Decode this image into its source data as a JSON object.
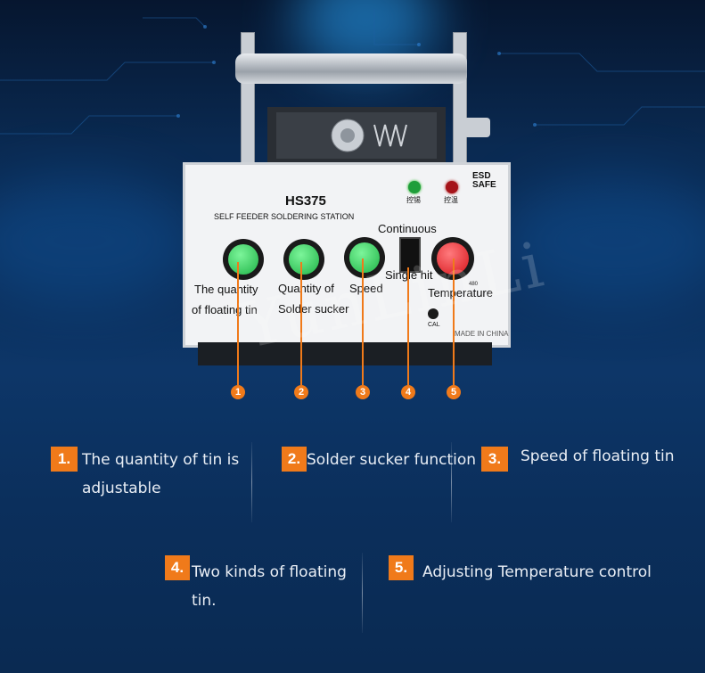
{
  "device": {
    "model": "HS375",
    "subtitle": "SELF FEEDER SOLDERING STATION",
    "esd_line1": "ESD",
    "esd_line2": "SAFE",
    "led_left_label": "控锡",
    "led_right_label": "控温",
    "cal_label": "CAL",
    "made_in": "MADE IN CHINA",
    "temp_scale_max": "480",
    "panel_labels": {
      "continuous": "Continuous",
      "single_hit": "Single hit",
      "quantity_line1": "The quantity",
      "quantity_line2": "of floating tin",
      "sucker_line1": "Quantity of",
      "sucker_line2": "Solder sucker",
      "speed": "Speed",
      "temperature": "Temperature"
    }
  },
  "callouts": [
    "1",
    "2",
    "3",
    "4",
    "5"
  ],
  "features": [
    {
      "num": "1.",
      "line1": "The quantity of tin is",
      "line2": "adjustable"
    },
    {
      "num": "2.",
      "line1": "Solder sucker function",
      "line2": ""
    },
    {
      "num": "3.",
      "line1": "Speed of floating tin",
      "line2": ""
    },
    {
      "num": "4.",
      "line1": "Two kinds of floating",
      "line2": "tin."
    },
    {
      "num": "5.",
      "line1": "Adjusting Temperature control",
      "line2": ""
    }
  ],
  "watermark": "YunLinLi",
  "colors": {
    "accent": "#f07a1a",
    "knob_green": "#2fd35a",
    "knob_red": "#e8262b",
    "background": "#0b2f5c"
  }
}
